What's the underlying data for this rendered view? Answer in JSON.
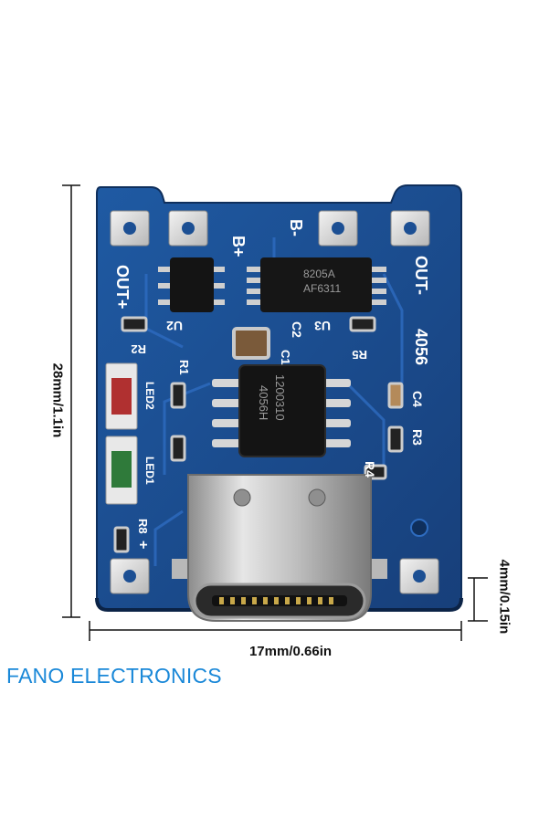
{
  "dimensions": {
    "height_label": "28mm/1.1in",
    "width_label": "17mm/0.66in",
    "port_height_label": "4mm/0.15in"
  },
  "brand": {
    "name": "FANO ELECTRONICS",
    "color": "#1a88d8"
  },
  "board": {
    "color": "#1c4f93",
    "silkscreen": {
      "b_plus": "B+",
      "b_minus": "B-",
      "out_plus": "OUT+",
      "out_minus": "OUT-",
      "model": "4056",
      "u2": "U2",
      "u3": "U3",
      "c2": "C2",
      "c1": "C1",
      "c4": "C4",
      "r1": "R1",
      "r2": "R2",
      "r3": "R3",
      "r4": "R4",
      "r5": "R5",
      "r8": "R8",
      "led1": "LED1",
      "led2": "LED2",
      "plus_mark": "+"
    },
    "chips": {
      "main_line1": "4056H",
      "main_line2": "1200310",
      "dw_line1": "8205A",
      "dw_line2": "AF6311"
    }
  }
}
